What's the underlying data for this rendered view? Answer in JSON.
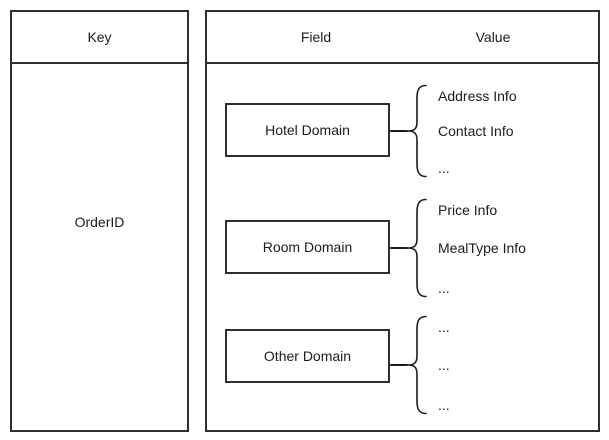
{
  "diagram": {
    "key_panel": {
      "header": "Key",
      "key_value": "OrderID"
    },
    "field_value_panel": {
      "field_header": "Field",
      "value_header": "Value",
      "groups": [
        {
          "field": "Hotel Domain",
          "values": [
            "Address Info",
            "Contact Info",
            "..."
          ]
        },
        {
          "field": "Room Domain",
          "values": [
            "Price Info",
            "MealType Info",
            "..."
          ]
        },
        {
          "field": "Other Domain",
          "values": [
            "...",
            "...",
            "..."
          ]
        }
      ]
    },
    "colors": {
      "border": "#2e2e2e",
      "text": "#1c1c1c",
      "background": "#ffffff"
    }
  }
}
